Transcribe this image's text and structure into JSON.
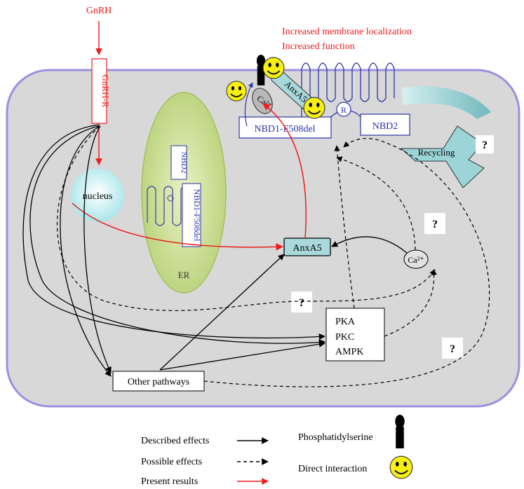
{
  "labels": {
    "gnrh": "GnRH",
    "gnrh_r": "GnRH-R",
    "membrane_line1": "Increased membrane localization",
    "membrane_line2": "Increased function",
    "nucleus": "nucleus",
    "er": "ER",
    "er_nbd2": "NBD2",
    "er_nbd1": "NBD1-F508del",
    "anxa5_membrane": "AnxA5",
    "ca_membrane": "Ca²⁺",
    "nbd1_membrane": "NBD1-F508del",
    "r_domain": "R",
    "nbd2_membrane": "NBD2",
    "recycling": "Recycling",
    "anxa5_center": "AnxA5",
    "ca_center": "Ca²⁺",
    "pka": "PKA",
    "pkc": "PKC",
    "ampk": "AMPK",
    "other_pathways": "Other pathways",
    "q_recycling": "?",
    "q_upper": "?",
    "q_middle": "?",
    "q_lower": "?"
  },
  "legend": {
    "described": "Described effects",
    "possible": "Possible effects",
    "present": "Present results",
    "phosphatidylserine": "Phosphatidylserine",
    "direct_interaction": "Direct interaction"
  },
  "colors": {
    "red": "#ee1c1c",
    "blue": "#2a35a8",
    "cell_fill": "#d8d8d8",
    "cell_border": "#9b8fe0",
    "er_fill": "#c3d98c",
    "nucleus": "#bfeff2",
    "anxa5_fill": "#a9d9db",
    "smiley": "#f7ee12",
    "recycle": "#9cd5d8"
  }
}
